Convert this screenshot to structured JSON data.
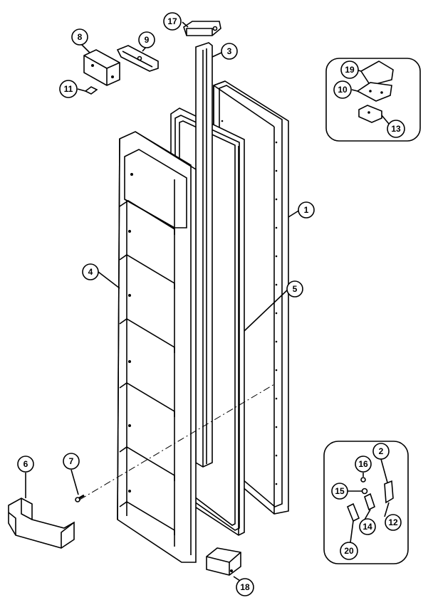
{
  "callouts": {
    "c1": "1",
    "c2": "2",
    "c3": "3",
    "c4": "4",
    "c5": "5",
    "c6": "6",
    "c7": "7",
    "c8": "8",
    "c9": "9",
    "c10": "10",
    "c11": "11",
    "c12": "12",
    "c13": "13",
    "c14": "14",
    "c15": "15",
    "c16": "16",
    "c17": "17",
    "c18": "18",
    "c19": "19",
    "c20": "20"
  },
  "colors": {
    "line": "#000000",
    "background": "#ffffff"
  }
}
